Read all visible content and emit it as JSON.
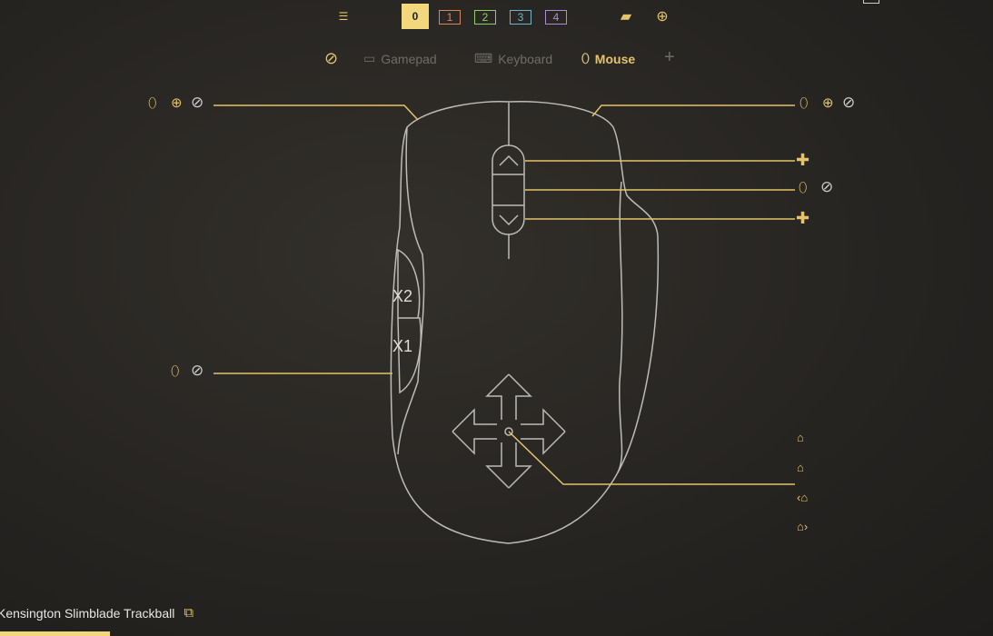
{
  "toolbar": {
    "items": [
      {
        "icon": "list-icon",
        "label": "☰"
      },
      {
        "icon": "profile-0-icon",
        "label": "0"
      },
      {
        "icon": "profile-1-icon",
        "label": "1"
      },
      {
        "icon": "profile-2-icon",
        "label": "2"
      },
      {
        "icon": "profile-3-icon",
        "label": "3"
      },
      {
        "icon": "profile-4-icon",
        "label": "4"
      }
    ]
  },
  "tabs": {
    "gamepad": "Gamepad",
    "keyboard": "Keyboard",
    "mouse": "Mouse",
    "add": "+"
  },
  "mouse": {
    "x2": "X2",
    "x1": "X1"
  },
  "device": {
    "name": "Kensington Slimblade Trackball"
  },
  "colors": {
    "accent": "#e3c46a",
    "p1": "#d9875a",
    "p2": "#8fcf6a",
    "p3": "#6ab8c9",
    "p4": "#b08ad9"
  }
}
